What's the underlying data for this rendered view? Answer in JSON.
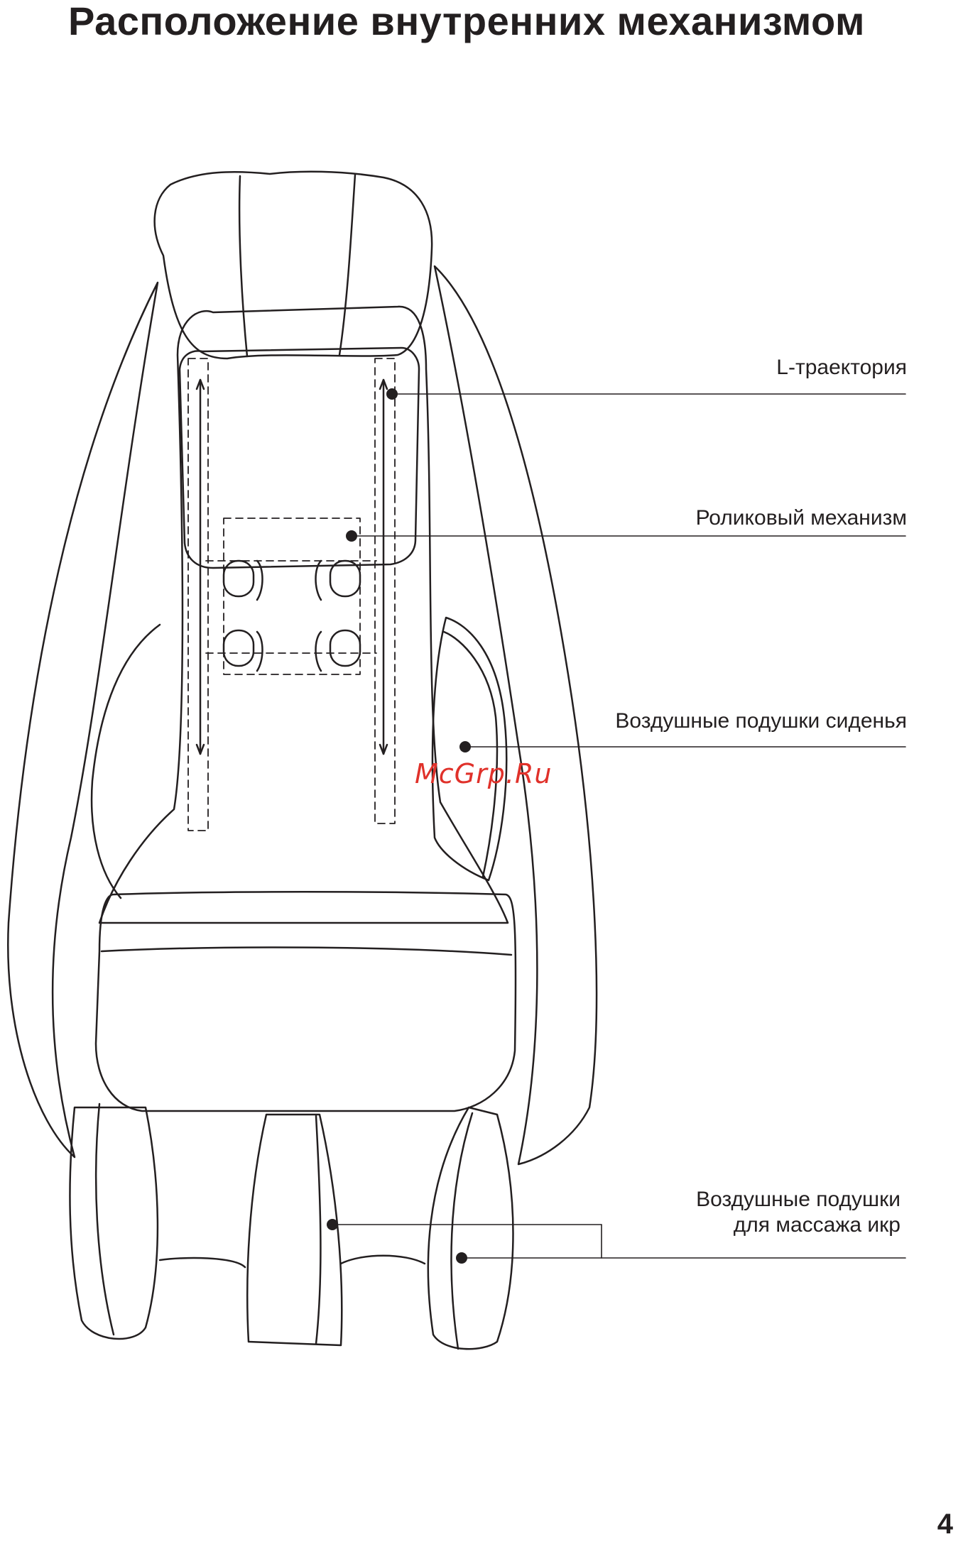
{
  "title": "Расположение внутренних механизмом",
  "labels": {
    "l_track": "L-траектория",
    "roller": "Роликовый механизм",
    "seat_airbags": "Воздушные подушки сиденья",
    "calf_airbags_line1": "Воздушные подушки",
    "calf_airbags_line2": "для массажа икр"
  },
  "watermark": "McGrp.Ru",
  "page_number": "4",
  "colors": {
    "ink": "#231f20",
    "watermark": "#e0312a",
    "background": "#ffffff"
  }
}
